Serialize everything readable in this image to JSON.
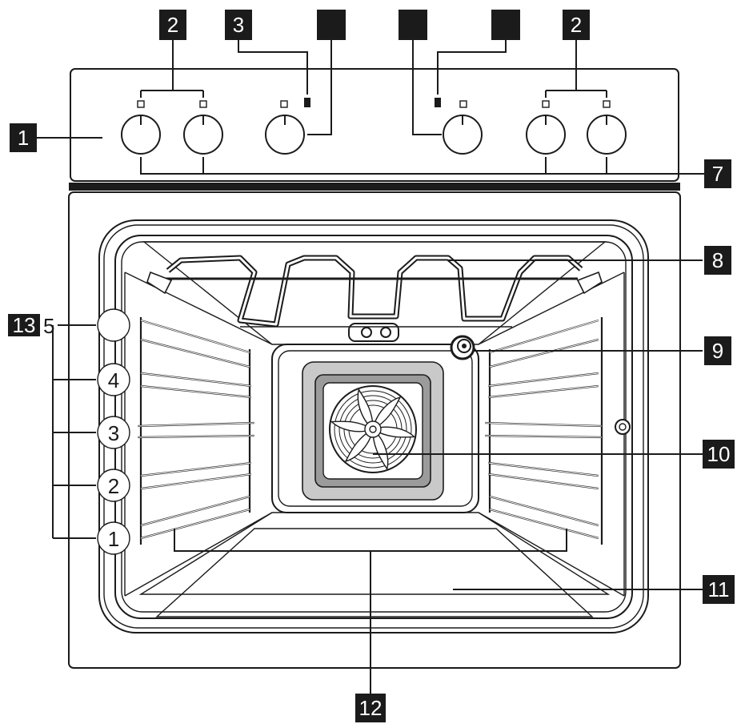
{
  "callouts": {
    "c1": "1",
    "c2_left": "2",
    "c3": "3",
    "c4": "",
    "c5": "",
    "c6": "",
    "c2_right": "2",
    "c7": "7",
    "c8": "8",
    "c9": "9",
    "c10": "10",
    "c11": "11",
    "c12": "12",
    "c13": "13"
  },
  "shelf_levels": [
    "5",
    "4",
    "3",
    "2",
    "1"
  ],
  "colors": {
    "line": "#1b1b1b",
    "fan_panel": "#c9c9c9",
    "fan_panel_dark": "#9b9b9b",
    "label_bg": "#1b1b1b",
    "label_text": "#ffffff"
  }
}
